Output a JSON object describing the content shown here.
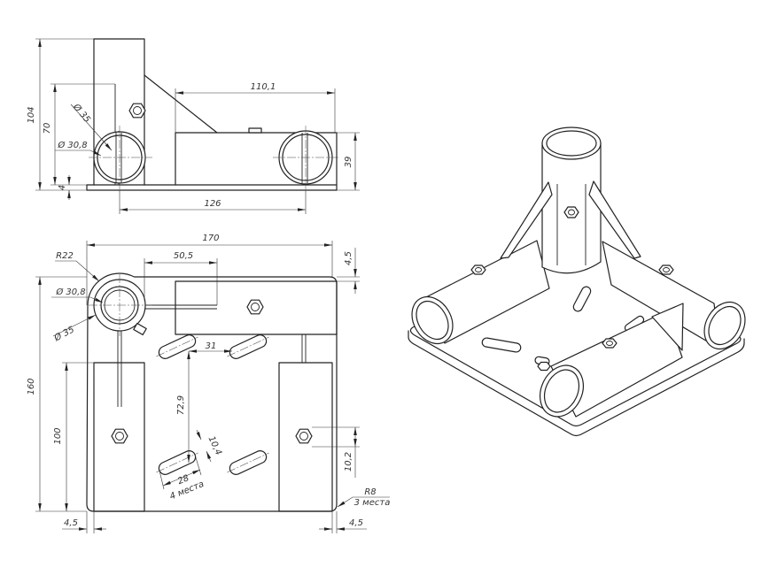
{
  "drawing": {
    "front_view": {
      "dim_104": "104",
      "dim_70": "70",
      "dim_4": "4",
      "dim_d35": "Ø 35",
      "dim_d30_8": "Ø 30,8",
      "dim_110_1": "110,1",
      "dim_39": "39",
      "dim_126": "126"
    },
    "plan_view": {
      "dim_170": "170",
      "dim_4_5_top": "4,5",
      "dim_r22": "R22",
      "dim_50_5": "50,5",
      "dim_d30_8": "Ø 30,8",
      "dim_d35": "Ø 35",
      "dim_31": "31",
      "dim_160": "160",
      "dim_100": "100",
      "dim_72_9": "72,9",
      "dim_10_4": "10,4",
      "dim_28": "28",
      "note_4_places": "4 места",
      "dim_10_2": "10,2",
      "dim_r8": "R8",
      "note_3_places": "3 места",
      "dim_4_5_left": "4,5",
      "dim_4_5_right": "4,5"
    }
  },
  "colors": {
    "line": "#222222",
    "background": "#ffffff"
  }
}
